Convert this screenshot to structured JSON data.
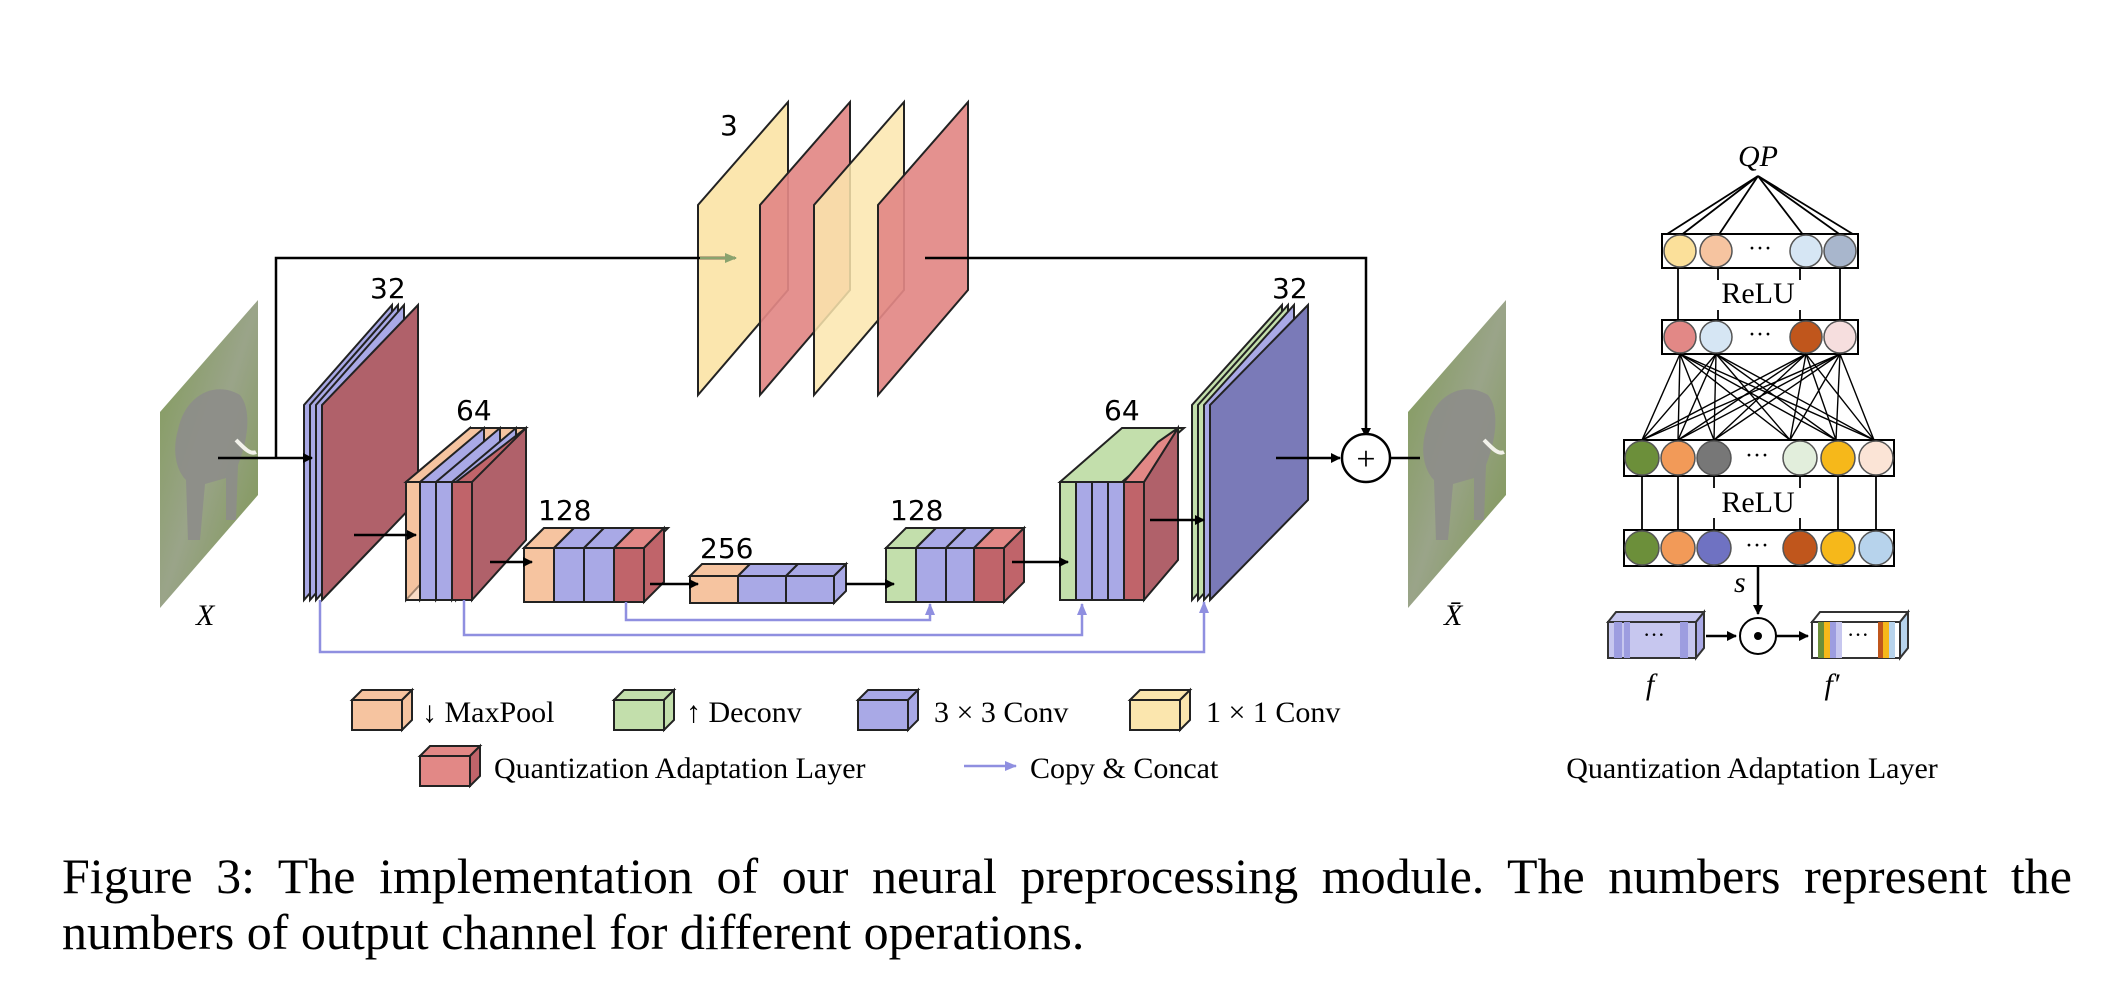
{
  "channels": {
    "qal_top": "3",
    "enc1": "32",
    "enc2": "64",
    "enc3": "128",
    "bottleneck": "256",
    "dec3": "128",
    "dec2": "64",
    "dec1": "32"
  },
  "input_label": "X",
  "output_label": "X̄",
  "legend": {
    "maxpool": "↓ MaxPool",
    "deconv": "↑ Deconv",
    "conv3": "3 × 3 Conv",
    "conv1": "1 × 1 Conv",
    "qal": "Quantization Adaptation Layer",
    "copy": "Copy & Concat"
  },
  "qal_detail": {
    "qp": "QP",
    "relu1": "ReLU",
    "relu2": "ReLU",
    "dots": "···",
    "s": "s",
    "f": "f",
    "f_prime": "f′",
    "title": "Quantization Adaptation Layer"
  },
  "caption": "Figure 3: The implementation of our neural preprocessing module. The numbers represent the numbers of output channel for different operations.",
  "colors": {
    "maxpool": "#f6c4a0",
    "deconv": "#c3dfac",
    "conv3": "#a9a9e6",
    "conv1": "#fbe6ae",
    "qal": "#e28886",
    "copy_arrow": "#8f8fe0"
  }
}
